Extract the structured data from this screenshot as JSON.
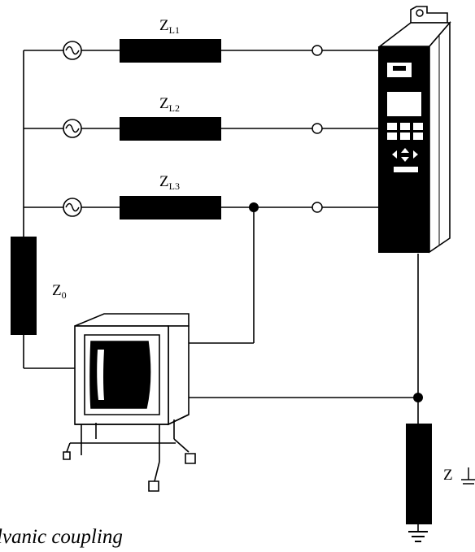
{
  "labels": {
    "zl1": {
      "main": "Z",
      "sub": "L1"
    },
    "zl2": {
      "main": "Z",
      "sub": "L2"
    },
    "zl3": {
      "main": "Z",
      "sub": "L3"
    },
    "z0": {
      "main": "Z",
      "sub": "0"
    },
    "zearth": {
      "main": "Z"
    }
  },
  "caption": "lvanic coupling",
  "colors": {
    "line": "#000000",
    "background": "#ffffff"
  }
}
